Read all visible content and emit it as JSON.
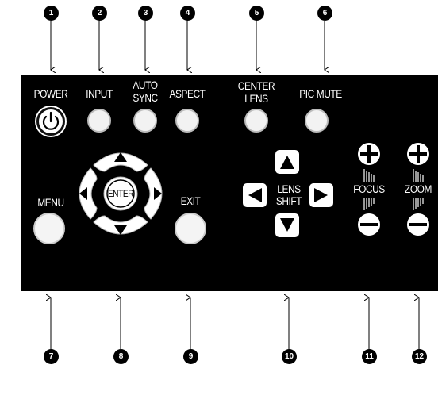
{
  "callouts_top": [
    "1",
    "2",
    "3",
    "4",
    "5",
    "6"
  ],
  "callouts_bottom": [
    "7",
    "8",
    "9",
    "10",
    "11",
    "12"
  ],
  "labels": {
    "power": "POWER",
    "input": "INPUT",
    "auto_sync_1": "AUTO",
    "auto_sync_2": "SYNC",
    "aspect": "ASPECT",
    "center_lens_1": "CENTER",
    "center_lens_2": "LENS",
    "pic_mute": "PIC MUTE",
    "menu": "MENU",
    "enter": "ENTER",
    "exit": "EXIT",
    "lens_shift_1": "LENS",
    "lens_shift_2": "SHIFT",
    "focus": "FOCUS",
    "zoom": "ZOOM"
  },
  "colors": {
    "panel": "#000000",
    "button": "#ffffff",
    "callout": "#000000"
  }
}
